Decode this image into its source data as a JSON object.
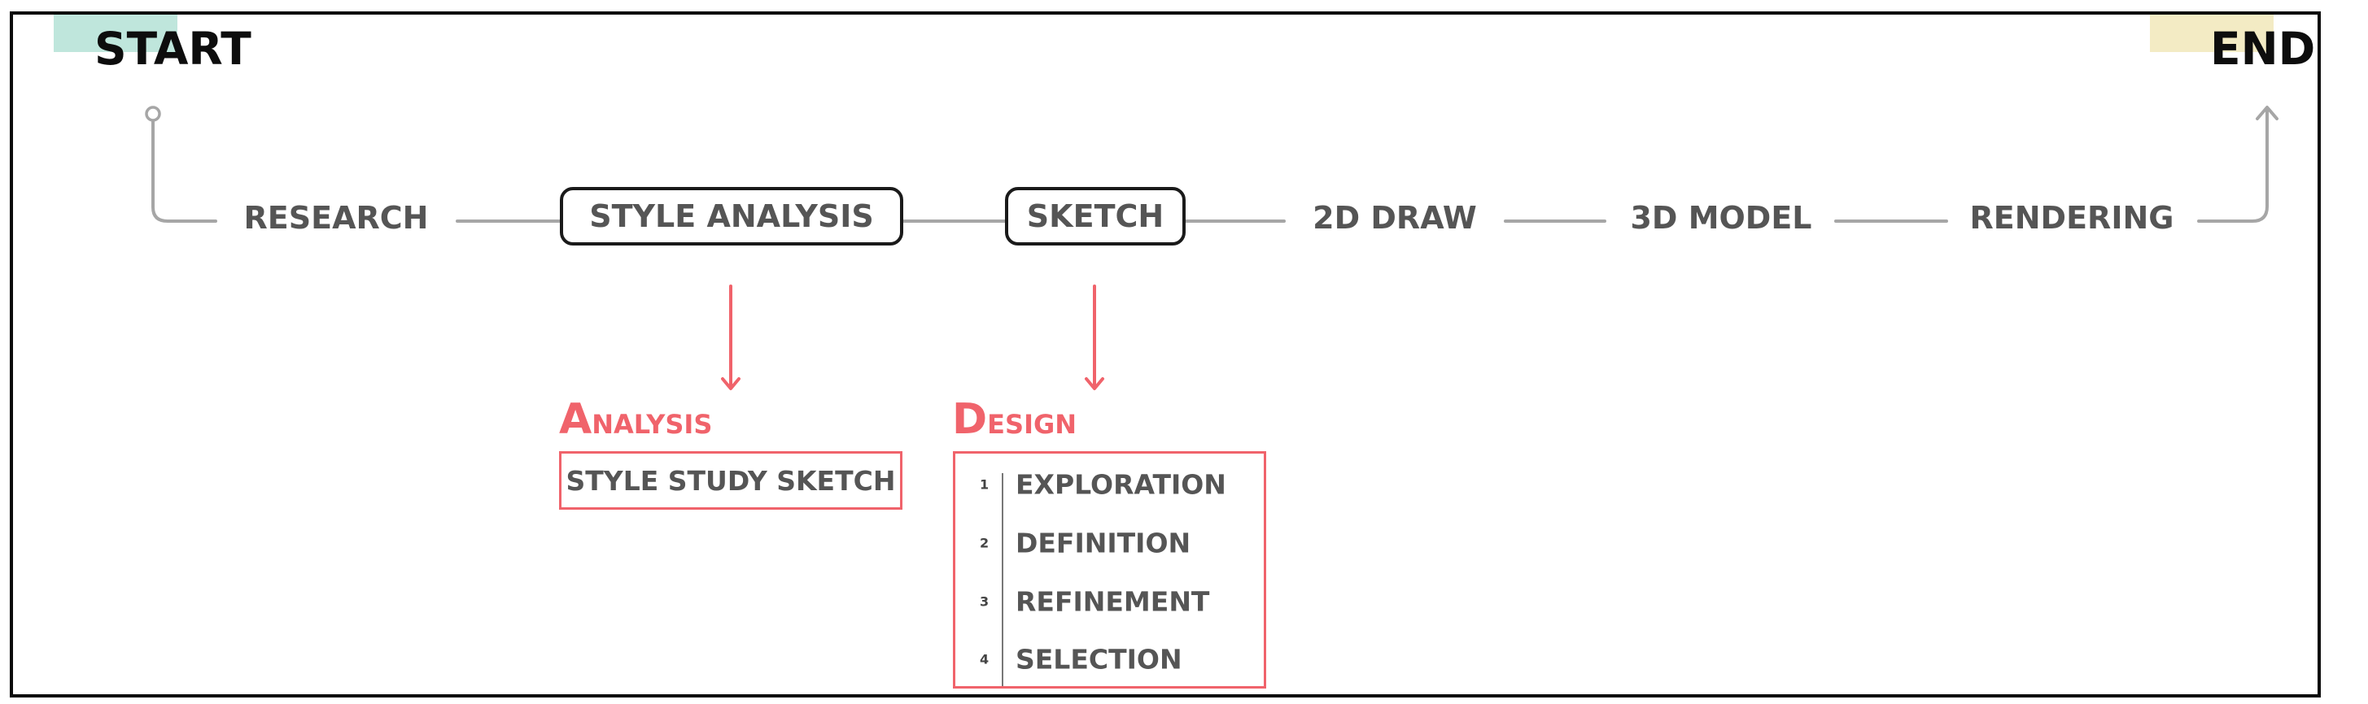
{
  "corners": {
    "start_label": "START",
    "end_label": "END",
    "start_color": "#bfe6dc",
    "end_color": "#f3ebc4"
  },
  "steps": [
    {
      "label": "RESEARCH",
      "boxed": false
    },
    {
      "label": "STYLE ANALYSIS",
      "boxed": true
    },
    {
      "label": "SKETCH",
      "boxed": true
    },
    {
      "label": "2D DRAW",
      "boxed": false
    },
    {
      "label": "3D MODEL",
      "boxed": false
    },
    {
      "label": "RENDERING",
      "boxed": false
    }
  ],
  "analysis": {
    "title_initial": "A",
    "title_rest": "nalysis",
    "items": [
      "STYLE STUDY SKETCH"
    ]
  },
  "design": {
    "title_initial": "D",
    "title_rest": "esign",
    "items": [
      {
        "num": "1",
        "label": "EXPLORATION"
      },
      {
        "num": "2",
        "label": "DEFINITION"
      },
      {
        "num": "3",
        "label": "REFINEMENT"
      },
      {
        "num": "4",
        "label": "SELECTION"
      }
    ]
  },
  "colors": {
    "accent_red": "#f0636b",
    "connector_gray": "#a6a6a6",
    "text_gray": "#555555"
  }
}
